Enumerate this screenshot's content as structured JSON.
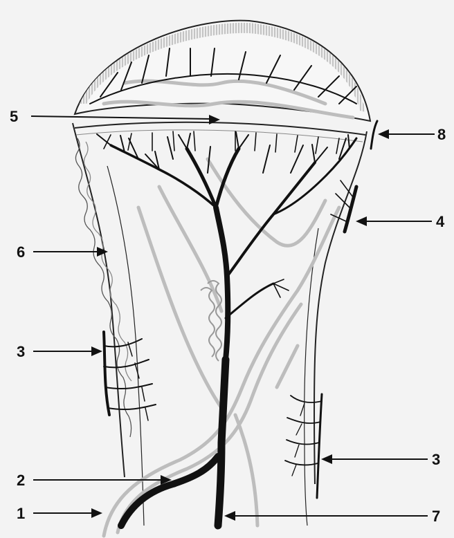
{
  "labels": [
    {
      "id": "label-5",
      "text": "5"
    },
    {
      "id": "label-8",
      "text": "8"
    },
    {
      "id": "label-4",
      "text": "4"
    },
    {
      "id": "label-6",
      "text": "6"
    },
    {
      "id": "label-3-left",
      "text": "3"
    },
    {
      "id": "label-3-right",
      "text": "3"
    },
    {
      "id": "label-2",
      "text": "2"
    },
    {
      "id": "label-1",
      "text": "1"
    },
    {
      "id": "label-7",
      "text": "7"
    }
  ],
  "colors": {
    "background": "#f3f3f3",
    "bone_outline": "#222222",
    "artery": "#111111",
    "vein": "#bdbdbd"
  }
}
